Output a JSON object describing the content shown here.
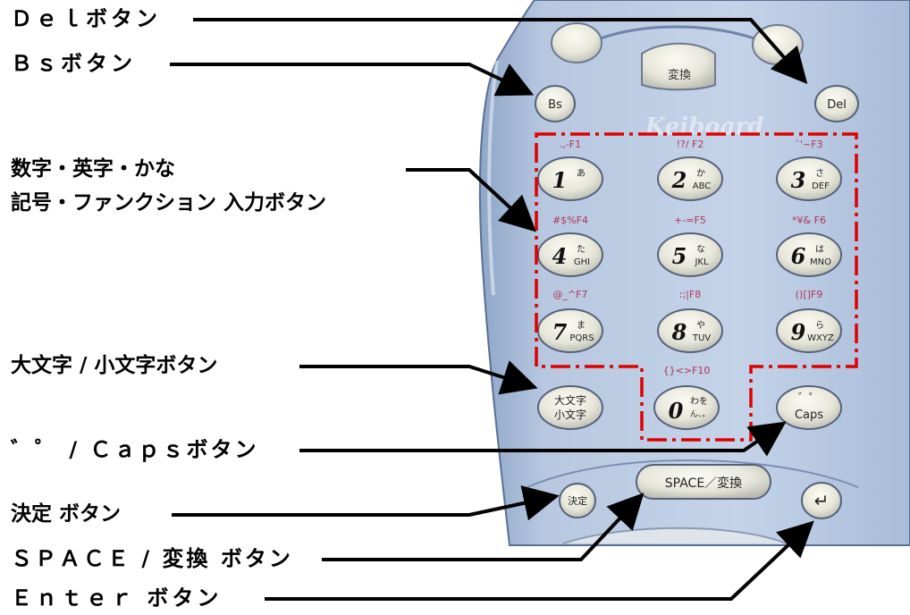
{
  "labels": {
    "del": "Ｄｅｌボタン",
    "bs": "Ｂｓボタン",
    "input_line1": "数字・英字・かな",
    "input_line2": "記号・ファンクション 入力ボタン",
    "case": "大文字 / 小文字ボタン",
    "caps": "゛゜ / Ｃａｐｓボタン",
    "enter_decide": "決定 ボタン",
    "space": "ＳＰＡＣＥ / 変換 ボタン",
    "enter": "Ｅｎｔｅｒ ボタン"
  },
  "device": {
    "top_key": "変換",
    "bs_key": "Bs",
    "del_key": "Del",
    "brand": "Keiboard",
    "func_rows": [
      [
        ".,-F1",
        "!?/ F2",
        "`'~F3"
      ],
      [
        "#$%F4",
        "+-=F5",
        "*¥& F6"
      ],
      [
        "@_^F7",
        ":;|F8",
        "()[]F9"
      ]
    ],
    "keys": [
      {
        "num": "1",
        "kana": "あ",
        "letters": ""
      },
      {
        "num": "2",
        "kana": "か",
        "letters": "ABC"
      },
      {
        "num": "3",
        "kana": "さ",
        "letters": "DEF"
      },
      {
        "num": "4",
        "kana": "た",
        "letters": "GHI"
      },
      {
        "num": "5",
        "kana": "な",
        "letters": "JKL"
      },
      {
        "num": "6",
        "kana": "は",
        "letters": "MNO"
      },
      {
        "num": "7",
        "kana": "ま",
        "letters": "PQRS"
      },
      {
        "num": "8",
        "kana": "や",
        "letters": "TUV"
      },
      {
        "num": "9",
        "kana": "ら",
        "letters": "WXYZ"
      }
    ],
    "f10": "{}<>F10",
    "case_key_top": "大文字",
    "case_key_bottom": "小文字",
    "zero_key": {
      "num": "0",
      "kana_top": "わを",
      "kana_bottom": "ん、。"
    },
    "caps_key_top": "゛゜",
    "caps_key": "Caps",
    "kettei_key": "決定",
    "space_key": "SPACE／変換",
    "enter_key": "↵"
  }
}
